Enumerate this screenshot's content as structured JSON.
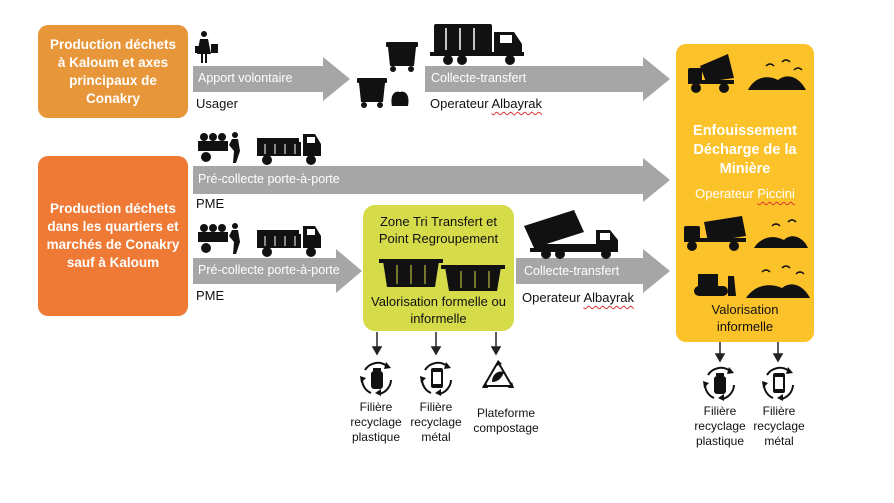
{
  "sources": {
    "kaloum": "Production déchets à Kaloum et axes principaux de Conakry",
    "quartiers": "Production déchets dans les quartiers et marchés de Conakry sauf à Kaloum"
  },
  "flows": {
    "apport": "Apport volontaire",
    "usager": "Usager",
    "collecte1": "Collecte-transfert",
    "operateur1_prefix": "Operateur ",
    "operateur1_name": "Albayrak",
    "precollecte1": "Pré-collecte porte-à-porte",
    "pme1": "PME",
    "precollecte2": "Pré-collecte porte-à-porte",
    "pme2": "PME",
    "collecte2": "Collecte-transfert",
    "operateur2_prefix": "Operateur ",
    "operateur2_name": "Albayrak"
  },
  "zone": {
    "title": "Zone Tri Transfert et Point Regroupement",
    "valorisation": "Valorisation formelle ou informelle"
  },
  "landfill": {
    "title": "Enfouissement Décharge de la Minière",
    "operateur_prefix": "Operateur ",
    "operateur_name": "Piccini",
    "valorisation": "Valorisation informelle"
  },
  "outputs": {
    "zone": [
      "Filière recyclage plastique",
      "Filière recyclage métal",
      "Plateforme compostage"
    ],
    "landfill": [
      "Filière recyclage plastique",
      "Filière recyclage métal"
    ]
  },
  "colors": {
    "source1": "#E8963A",
    "source2": "#EE7A36",
    "arrow": "#A6A6A6",
    "zone": "#D6DB4A",
    "landfill": "#FCC22A"
  },
  "icons": [
    "woman-with-bags-icon",
    "garbage-bin-icon",
    "garbage-truck-icon",
    "cart-pusher-icon",
    "flatbed-truck-icon",
    "container-icon",
    "hook-lift-truck-icon",
    "dump-truck-icon",
    "bulldozer-icon",
    "waste-pile-icon",
    "recycle-bottle-icon",
    "recycle-can-icon",
    "compost-icon"
  ]
}
